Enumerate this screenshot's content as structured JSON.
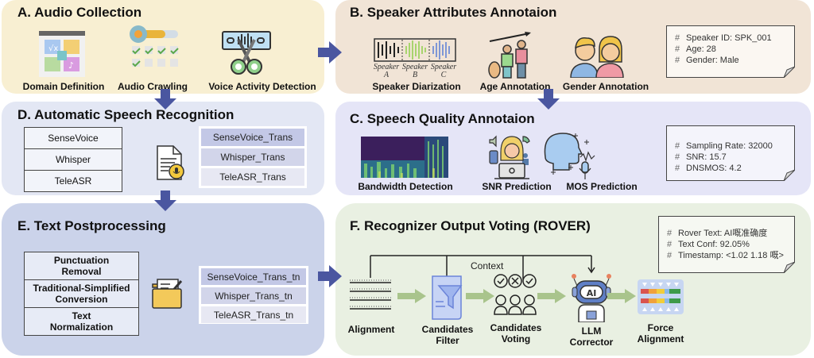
{
  "colors": {
    "panel_a": "#f8efd2",
    "panel_b": "#f1e4d6",
    "panel_c": "#e5e5f7",
    "panel_d": "#e3e7f4",
    "panel_e": "#cbd3ea",
    "panel_f": "#e9f0e2",
    "flow_arrow": "#4a56a0",
    "rover_arrow": "#a9c48c"
  },
  "panel_a": {
    "title": "A. Audio Collection",
    "items": [
      {
        "label": "Domain Definition",
        "icon": "domain-grid-icon"
      },
      {
        "label": "Audio Crawling",
        "icon": "spider-crawler-icon"
      },
      {
        "label": "Voice Activity Detection",
        "icon": "scissors-waveform-icon"
      }
    ]
  },
  "panel_b": {
    "title": "B. Speaker Attributes Annotaion",
    "items": [
      {
        "label": "Speaker Diarization",
        "icon": "diarization-waveform-icon",
        "speakers": [
          {
            "name": "Speaker",
            "id": "A"
          },
          {
            "name": "Speaker",
            "id": "B"
          },
          {
            "name": "Speaker",
            "id": "C"
          }
        ]
      },
      {
        "label": "Age Annotation",
        "icon": "age-growth-icon"
      },
      {
        "label": "Gender Annotation",
        "icon": "couple-icon"
      }
    ],
    "note": [
      {
        "hash": "#",
        "text": "Speaker ID: SPK_001"
      },
      {
        "hash": "#",
        "text": "Age: 28"
      },
      {
        "hash": "#",
        "text": "Gender: Male"
      }
    ]
  },
  "panel_c": {
    "title": "C. Speech Quality Annotaion",
    "items": [
      {
        "label": "Bandwidth Detection",
        "icon": "spectrogram-icon"
      },
      {
        "label": "SNR Prediction",
        "icon": "noisy-person-icon"
      },
      {
        "label": "MOS Prediction",
        "icon": "speaking-head-mic-icon"
      }
    ],
    "note": [
      {
        "hash": "#",
        "text": "Sampling Rate: 32000"
      },
      {
        "hash": "#",
        "text": "SNR: 15.7"
      },
      {
        "hash": "#",
        "text": "DNSMOS: 4.2"
      }
    ]
  },
  "panel_d": {
    "title": "D. Automatic Speech Recognition",
    "models": [
      "SenseVoice",
      "Whisper",
      "TeleASR"
    ],
    "outputs": [
      "SenseVoice_Trans",
      "Whisper_Trans",
      "TeleASR_Trans"
    ],
    "output_colors": [
      "#c3c8e6",
      "#d2d5ea",
      "#e7e8f3"
    ]
  },
  "panel_e": {
    "title": "E. Text Postprocessing",
    "steps": [
      "Punctuation Removal",
      "Traditional-Simplified Conversion",
      "Text Normalization"
    ],
    "steps_lines": [
      [
        "Punctuation",
        "Removal"
      ],
      [
        "Traditional-Simplified",
        "Conversion"
      ],
      [
        "Text",
        "Normalization"
      ]
    ],
    "outputs": [
      "SenseVoice_Trans_tn",
      "Whisper_Trans_tn",
      "TeleASR_Trans_tn"
    ],
    "output_colors": [
      "#c3c8e6",
      "#d2d5ea",
      "#e7e8f3"
    ]
  },
  "panel_f": {
    "title": "F. Recognizer Output Voting (ROVER)",
    "context_label": "Context",
    "stages": [
      {
        "lines": [
          "Alignment"
        ],
        "icon": "aligned-lines-icon"
      },
      {
        "lines": [
          "Candidates",
          "Filter"
        ],
        "icon": "funnel-document-icon"
      },
      {
        "lines": [
          "Candidates",
          "Voting"
        ],
        "icon": "voting-people-icon"
      },
      {
        "lines": [
          "LLM",
          "Corrector"
        ],
        "icon": "ai-robot-icon"
      },
      {
        "lines": [
          "Force",
          "Alignment"
        ],
        "icon": "force-alignment-icon"
      }
    ],
    "note": [
      {
        "hash": "#",
        "text": "Rover Text: AI嘅准确度"
      },
      {
        "hash": "#",
        "text": "Text Conf: 92.05%"
      },
      {
        "hash": "#",
        "text": "Timestamp: <1.02 1.18 嘅>"
      }
    ]
  }
}
